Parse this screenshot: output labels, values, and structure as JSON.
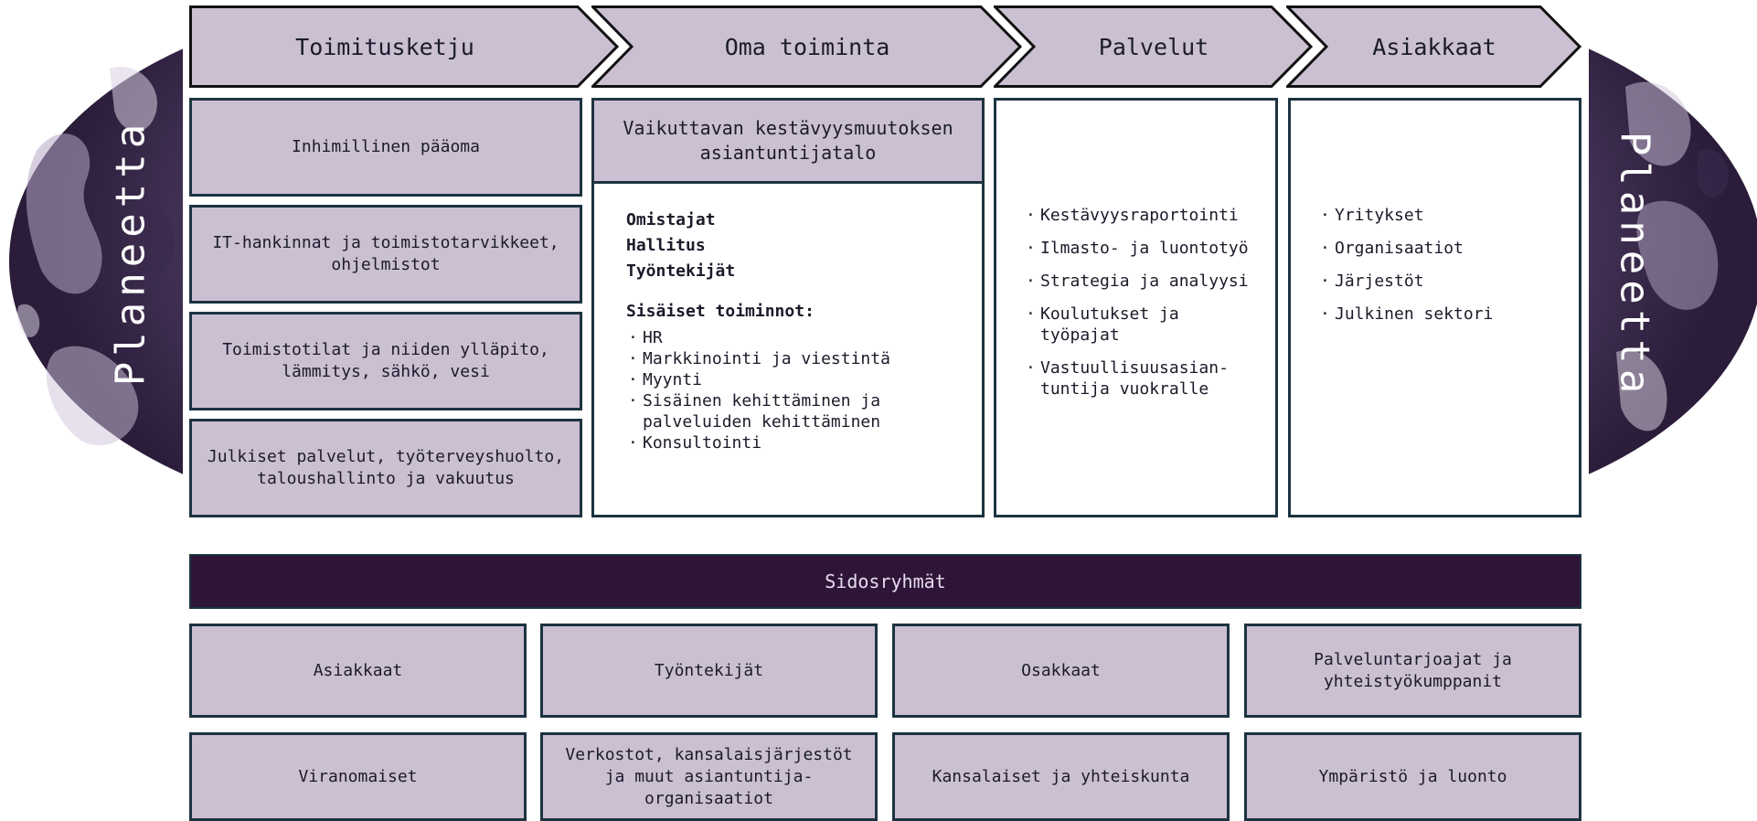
{
  "planet_label": "Planeetta",
  "chevrons": [
    {
      "label": "Toimitusketju"
    },
    {
      "label": "Oma toiminta"
    },
    {
      "label": "Palvelut"
    },
    {
      "label": "Asiakkaat"
    }
  ],
  "supply_chain": [
    "Inhimillinen pääoma",
    "IT-hankinnat ja toimistotarvikkeet, ohjelmistot",
    "Toimistotilat ja niiden ylläpito, lämmitys, sähkö, vesi",
    "Julkiset palvelut, työterveyshuolto, taloushallinto ja vakuutus"
  ],
  "oma": {
    "header": "Vaikuttavan kestävyysmuutoksen asiantuntijatalo",
    "roles": [
      "Omistajat",
      "Hallitus",
      "Työntekijät"
    ],
    "internal_title": "Sisäiset toiminnot:",
    "internal": [
      "HR",
      "Markkinointi ja viestintä",
      "Myynti",
      "Sisäinen kehittäminen ja palveluiden kehittäminen",
      "Konsultointi"
    ]
  },
  "services": [
    "Kestävyysraportointi",
    "Ilmasto- ja luontotyö",
    "Strategia ja analyysi",
    "Koulutukset ja työpajat",
    "Vastuullisuusasian-tuntija vuokralle"
  ],
  "customers": [
    "Yritykset",
    "Organisaatiot",
    "Järjestöt",
    "Julkinen sektori"
  ],
  "stakeholders": {
    "title": "Sidosryhmät",
    "items": [
      "Asiakkaat",
      "Työntekijät",
      "Osakkaat",
      "Palveluntarjoajat ja yhteistyökumppanit",
      "Viranomaiset",
      "Verkostot, kansalaisjärjestöt ja muut asiantuntija-organisaatiot",
      "Kansalaiset ja yhteiskunta",
      "Ympäristö ja luonto"
    ]
  },
  "colors": {
    "lilac": "#cbbfd2",
    "dark_purple": "#2e1538",
    "border": "#1d3340",
    "globe": "#5a476e"
  }
}
